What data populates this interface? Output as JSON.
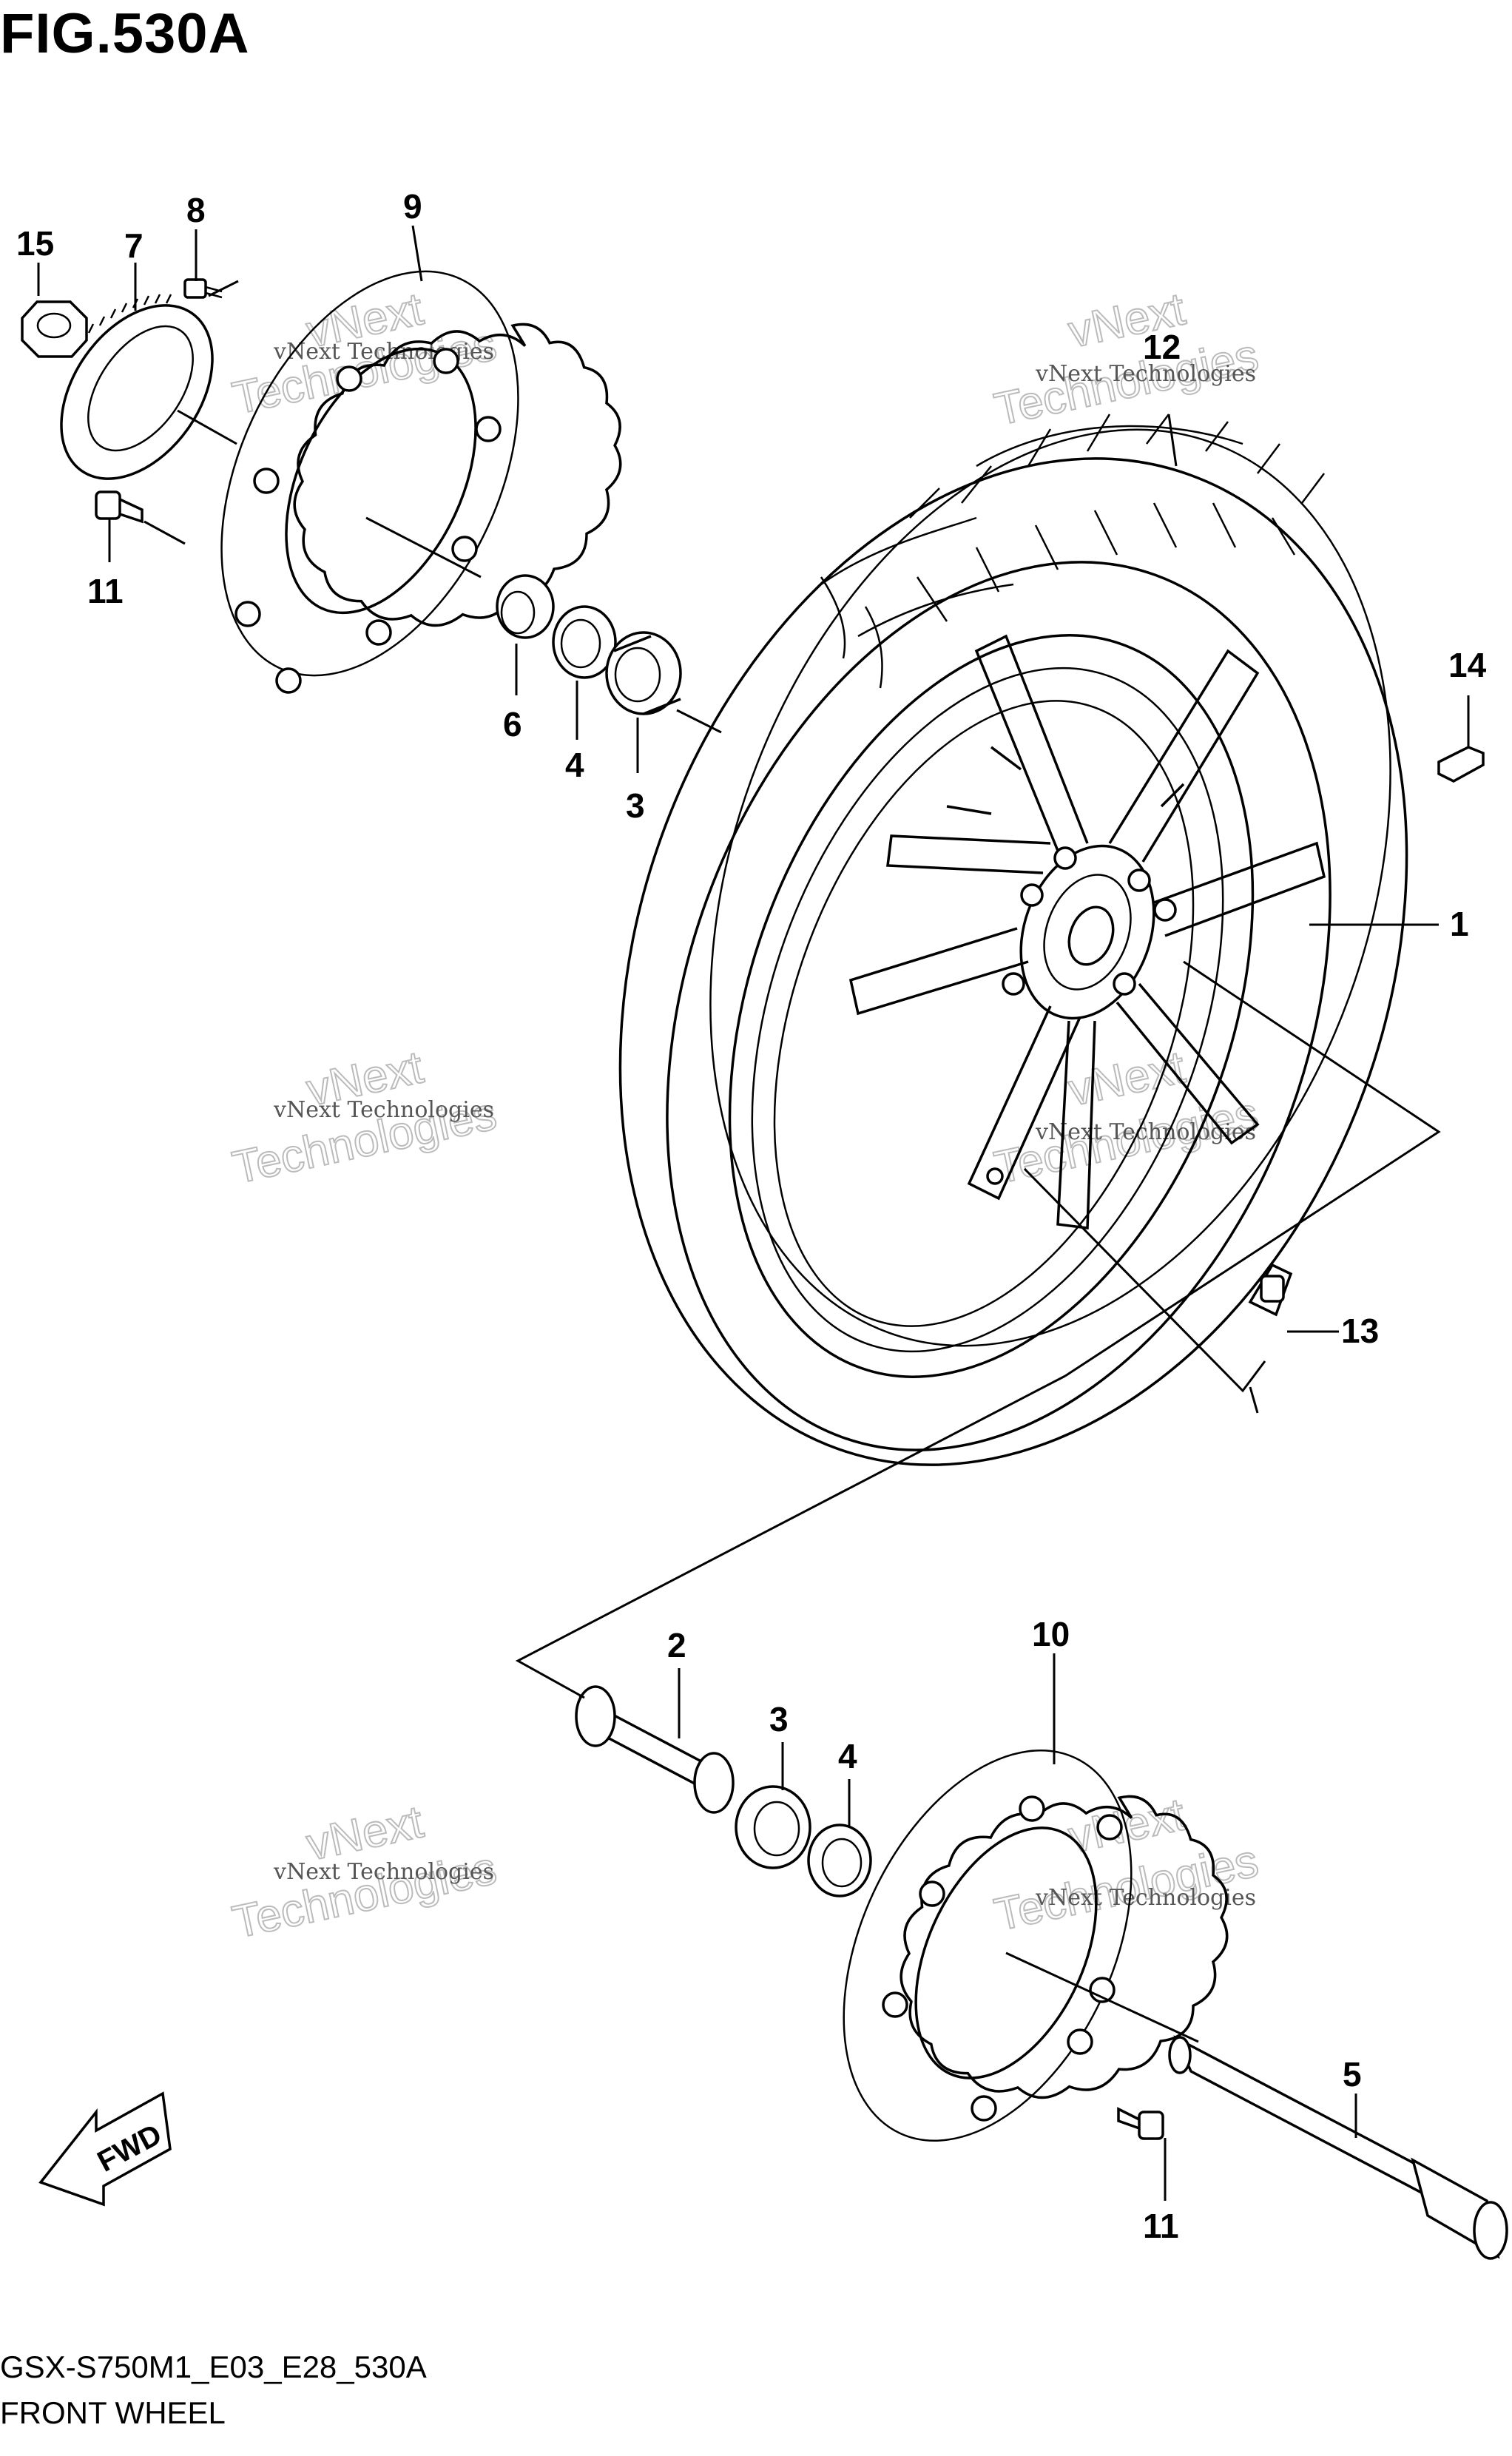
{
  "figure": {
    "title": "FIG.530A",
    "model_code": "GSX-S750M1_E03_E28_530A",
    "assembly_name": "FRONT WHEEL",
    "fwd_label": "FWD"
  },
  "watermark": {
    "line1": "vNext Technologies",
    "line2": "vNext",
    "line3": "Technologies"
  },
  "callouts": {
    "p1": "1",
    "p2": "2",
    "p3a": "3",
    "p3b": "3",
    "p4a": "4",
    "p4b": "4",
    "p5": "5",
    "p6": "6",
    "p7": "7",
    "p8": "8",
    "p9": "9",
    "p10": "10",
    "p11a": "11",
    "p11b": "11",
    "p12": "12",
    "p13": "13",
    "p14": "14",
    "p15": "15"
  },
  "colors": {
    "line": "#000000",
    "background": "#ffffff",
    "watermark": "#bbbbbb"
  }
}
